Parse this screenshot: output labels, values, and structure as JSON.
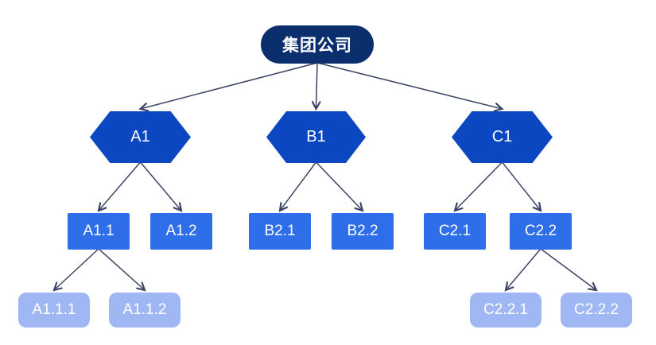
{
  "diagram": {
    "type": "org-tree",
    "root_label": "集团公司",
    "colors": {
      "root_fill": "#0b2e6d",
      "hexagon_fill": "#0b47c0",
      "rect_fill": "#2f6ee9",
      "rounded_fill": "#9fb8f3",
      "edge_stroke": "#3c4565",
      "label_text": "#ffffff",
      "background": "#ffffff"
    },
    "nodes": {
      "root": {
        "label": "集团公司",
        "shape": "stadium",
        "level": 1
      },
      "a1": {
        "label": "A1",
        "shape": "hexagon",
        "level": 2
      },
      "b1": {
        "label": "B1",
        "shape": "hexagon",
        "level": 2
      },
      "c1": {
        "label": "C1",
        "shape": "hexagon",
        "level": 2
      },
      "a1_1": {
        "label": "A1.1",
        "shape": "rect",
        "level": 3
      },
      "a1_2": {
        "label": "A1.2",
        "shape": "rect",
        "level": 3
      },
      "b2_1": {
        "label": "B2.1",
        "shape": "rect",
        "level": 3
      },
      "b2_2": {
        "label": "B2.2",
        "shape": "rect",
        "level": 3
      },
      "c2_1": {
        "label": "C2.1",
        "shape": "rect",
        "level": 3
      },
      "c2_2": {
        "label": "C2.2",
        "shape": "rect",
        "level": 3
      },
      "a1_1_1": {
        "label": "A1.1.1",
        "shape": "rounded",
        "level": 4
      },
      "a1_1_2": {
        "label": "A1.1.2",
        "shape": "rounded",
        "level": 4
      },
      "c2_2_1": {
        "label": "C2.2.1",
        "shape": "rounded",
        "level": 4
      },
      "c2_2_2": {
        "label": "C2.2.2",
        "shape": "rounded",
        "level": 4
      }
    },
    "edges": [
      {
        "from": "root",
        "to": "a1"
      },
      {
        "from": "root",
        "to": "b1"
      },
      {
        "from": "root",
        "to": "c1"
      },
      {
        "from": "a1",
        "to": "a1_1"
      },
      {
        "from": "a1",
        "to": "a1_2"
      },
      {
        "from": "b1",
        "to": "b2_1"
      },
      {
        "from": "b1",
        "to": "b2_2"
      },
      {
        "from": "c1",
        "to": "c2_1"
      },
      {
        "from": "c1",
        "to": "c2_2"
      },
      {
        "from": "a1_1",
        "to": "a1_1_1"
      },
      {
        "from": "a1_1",
        "to": "a1_1_2"
      },
      {
        "from": "c2_2",
        "to": "c2_2_1"
      },
      {
        "from": "c2_2",
        "to": "c2_2_2"
      }
    ]
  }
}
